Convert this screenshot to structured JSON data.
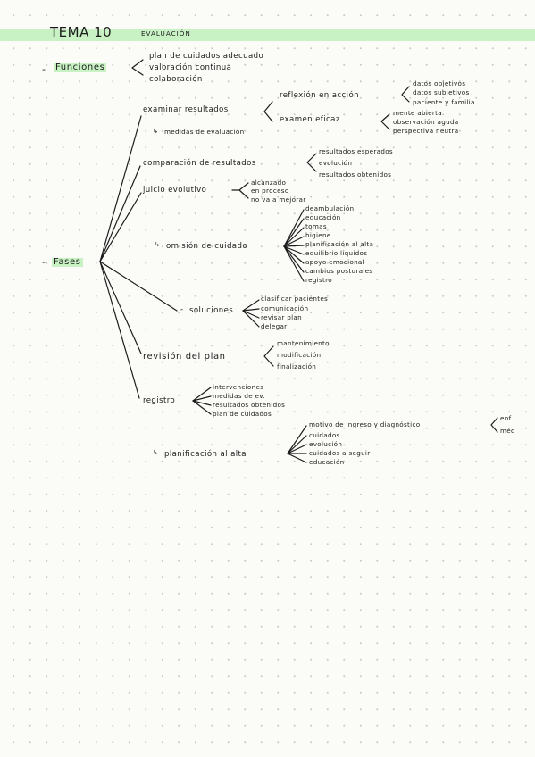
{
  "title": {
    "main": "TEMA 10",
    "sub": "EVALUACIÓN"
  },
  "funciones": {
    "label": "Funciones",
    "items": [
      "plan de cuidados adecuado",
      "valoración continua",
      "colaboración"
    ]
  },
  "fases": {
    "label": "Fases",
    "examinar": {
      "label": "examinar resultados",
      "reflexion": {
        "label": "reflexión en acción",
        "items": [
          "datos objetivos",
          "datos subjetivos",
          "paciente y familia"
        ]
      },
      "examen": {
        "label": "examen eficaz",
        "items": [
          "mente abierta",
          "observación aguda",
          "perspectiva neutra"
        ]
      },
      "medidas": "medidas de evaluación"
    },
    "comparacion": {
      "label": "comparación de resultados",
      "items": [
        "resultados esperados",
        "evolución",
        "resultados obtenidos"
      ]
    },
    "juicio": {
      "label": "juicio evolutivo",
      "items": [
        "alcanzado",
        "en proceso",
        "no va a mejorar"
      ],
      "omision": {
        "label": "omisión de cuidado",
        "items": [
          "deambulación",
          "educación",
          "tomas",
          "higiene",
          "planificación al alta",
          "equilibrio líquidos",
          "apoyo emocional",
          "cambios posturales",
          "registro"
        ]
      },
      "soluciones": {
        "label": "soluciones",
        "items": [
          "clasificar pacientes",
          "comunicación",
          "revisar plan",
          "delegar"
        ]
      }
    },
    "revision": {
      "label": "revisión del plan",
      "items": [
        "mantenimiento",
        "modificación",
        "finalización"
      ]
    },
    "registro": {
      "label": "registro",
      "items": [
        "intervenciones",
        "medidas de ev.",
        "resultados obtenidos",
        "plan de cuidados"
      ],
      "alta": {
        "label": "planificación al alta",
        "items": [
          "motivo de ingreso y diagnóstico",
          "cuidados",
          "evolución",
          "cuidados a seguir",
          "educación"
        ],
        "sub": [
          "enf",
          "méd"
        ]
      }
    }
  }
}
